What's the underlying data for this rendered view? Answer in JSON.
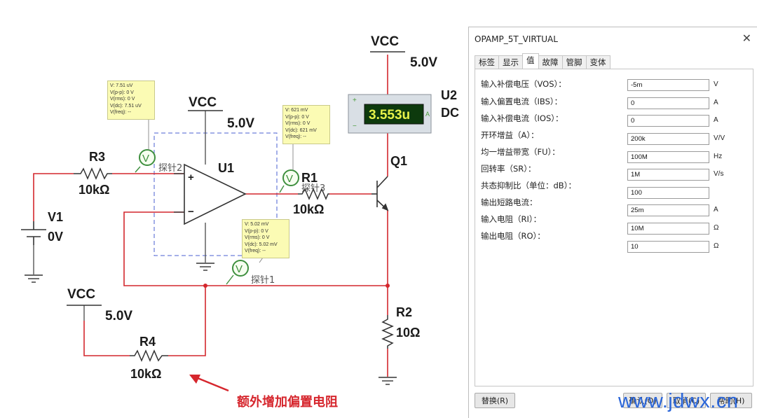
{
  "schematic": {
    "vcc_labels": [
      "VCC",
      "VCC",
      "VCC"
    ],
    "vcc_voltages": [
      "5.0V",
      "5.0V",
      "5.0V"
    ],
    "r3": {
      "name": "R3",
      "value": "10kΩ"
    },
    "r1": {
      "name": "R1",
      "value": "10kΩ"
    },
    "r2": {
      "name": "R2",
      "value": "10Ω"
    },
    "r4": {
      "name": "R4",
      "value": "10kΩ"
    },
    "v1": {
      "name": "V1",
      "value": "0V"
    },
    "u1": {
      "name": "U1",
      "plus": "+",
      "minus": "−"
    },
    "q1": {
      "name": "Q1"
    },
    "u2": {
      "name": "U2",
      "mode": "DC",
      "reading": "3.553u",
      "unit": "A",
      "plus": "+",
      "minus": "−"
    },
    "probe_labels": [
      "探针2",
      "探针3",
      "探针1"
    ],
    "probe_glyph": "V",
    "probe2": {
      "lines": [
        "V: 7.51 uV",
        "V(p-p): 0 V",
        "V(rms): 0 V",
        "V(dc): 7.51 uV",
        "V(freq): --"
      ]
    },
    "probe3": {
      "lines": [
        "V: 621 mV",
        "V(p-p): 0 V",
        "V(rms): 0 V",
        "V(dc): 621 mV",
        "V(freq): --"
      ]
    },
    "probe1": {
      "lines": [
        "V: 5.02 mV",
        "V(p-p): 0 V",
        "V(rms): 0 V",
        "V(dc): 5.02 mV",
        "V(freq): --"
      ]
    },
    "annotation": "额外增加偏置电阻",
    "colors": {
      "wire_red": "#d4272d",
      "wire_gray": "#555555",
      "probe_green": "#3e8f3e",
      "dashed_box": "#4a5fd1",
      "meter_bg": "#d9dfe5",
      "meter_lcd": "#0d3a0d",
      "meter_text": "#e7f24a"
    }
  },
  "dialog": {
    "title": "OPAMP_5T_VIRTUAL",
    "close_icon": "close-icon",
    "tabs": [
      "标签",
      "显示",
      "值",
      "故障",
      "管脚",
      "变体"
    ],
    "active_tab": 2,
    "params": [
      {
        "label": "输入补偿电压（VOS）：",
        "value": "-5m",
        "unit": "V"
      },
      {
        "label": "输入偏置电流（IBS）：",
        "value": "0",
        "unit": "A"
      },
      {
        "label": "输入补偿电流（IOS）：",
        "value": "0",
        "unit": "A"
      },
      {
        "label": "开环增益（A）：",
        "value": "200k",
        "unit": "V/V"
      },
      {
        "label": "均一增益带宽（FU）：",
        "value": "100M",
        "unit": "Hz"
      },
      {
        "label": "回转率（SR）：",
        "value": "1M",
        "unit": "V/s"
      },
      {
        "label": "共态抑制比（单位：dB）：",
        "value": "100",
        "unit": ""
      },
      {
        "label": "输出短路电流：",
        "value": "25m",
        "unit": "A"
      },
      {
        "label": "输入电阻（RI）：",
        "value": "10M",
        "unit": "Ω"
      },
      {
        "label": "输出电阻（RO）：",
        "value": "10",
        "unit": "Ω"
      }
    ],
    "buttons": {
      "replace": "替换(R)",
      "ok": "确认(O)",
      "cancel": "取消(C)",
      "help": "帮助(H)"
    }
  },
  "watermark": "www.jdwx.cn"
}
